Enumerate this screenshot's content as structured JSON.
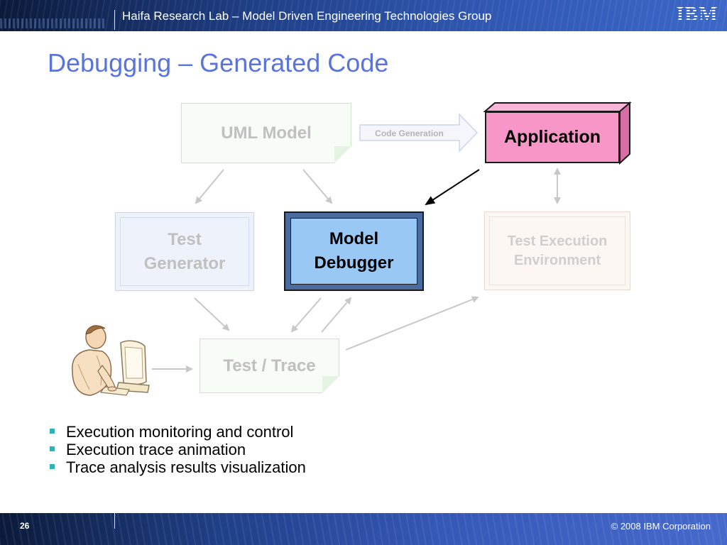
{
  "header": {
    "title": "Haifa Research Lab – Model Driven Engineering Technologies Group",
    "logo": "IBM"
  },
  "slide": {
    "title": "Debugging – Generated Code"
  },
  "diagram": {
    "uml_model": "UML Model",
    "code_generation": "Code Generation",
    "application": "Application",
    "test_generator": "Test Generator",
    "model_debugger": "Model Debugger",
    "test_execution_environment": "Test Execution Environment",
    "test_trace": "Test / Trace",
    "user_icon": "person-at-computer-icon"
  },
  "bullets": [
    "Execution monitoring and control",
    "Execution trace animation",
    "Trace analysis results visualization"
  ],
  "footer": {
    "page_number": "26",
    "copyright": "© 2008 IBM Corporation"
  },
  "colors": {
    "title": "#5b74d9",
    "bullet": "#2fb2b4",
    "application": "#f796c7",
    "model_debugger": "#9ac8f5"
  }
}
